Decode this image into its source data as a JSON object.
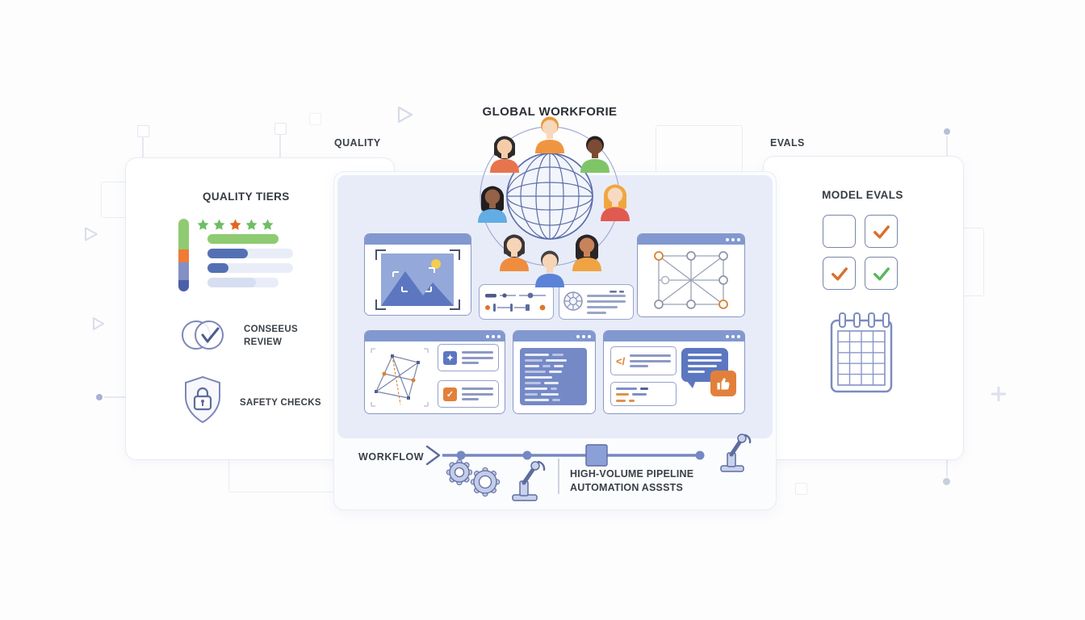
{
  "titles": {
    "global_workforce": "GLOBAL WORKFORIE",
    "quality_section": "QUALITY",
    "evals_section": "EVALS"
  },
  "left_panel": {
    "title": "QUALITY TIERS",
    "stars": [
      "green",
      "green",
      "orange",
      "green",
      "green"
    ],
    "tier_bar_segments": [
      {
        "color": "#8FCB72",
        "h": 38
      },
      {
        "color": "#F07B36",
        "h": 16
      },
      {
        "color": "#8290C5",
        "h": 22
      },
      {
        "color": "#4A5FA8",
        "h": 14
      }
    ],
    "bars": [
      {
        "fill": "#8FCB72",
        "w": 88,
        "track": 0
      },
      {
        "fill": "#5470B4",
        "w": 50,
        "track": 106
      },
      {
        "fill": "#5470B4",
        "w": 26,
        "track": 106
      },
      {
        "fill": "#D8DEF2",
        "w": 60,
        "track": 88
      }
    ],
    "consensus_label_line1": "CONSEEUS",
    "consensus_label_line2": "REVIEW",
    "safety_label": "SAFETY CHECKS"
  },
  "right_panel": {
    "title": "MODEL EVALS",
    "checkboxes": [
      {
        "state": "empty",
        "color": ""
      },
      {
        "state": "check",
        "color": "#D96F2E"
      },
      {
        "state": "check",
        "color": "#D96F2E"
      },
      {
        "state": "check",
        "color": "#58B75B"
      }
    ]
  },
  "workflow": {
    "label": "WORKFLOW",
    "caption_line1": "HIGH-VOLUME PIPELINE",
    "caption_line2": "AUTOMATION ASSSTS"
  },
  "review_window": {
    "code_icon": "</"
  },
  "avatars": [
    {
      "position": "top",
      "hair_style": "short",
      "hair": "#E89A3C",
      "skin": "#F8D8BC",
      "shirt": "#F0953F"
    },
    {
      "position": "top-left",
      "hair_style": "bob",
      "hair": "#2E2A2C",
      "skin": "#F4CDA8",
      "shirt": "#E8744E"
    },
    {
      "position": "top-right",
      "hair_style": "short",
      "hair": "#231F20",
      "skin": "#7C4B33",
      "shirt": "#7FC568"
    },
    {
      "position": "mid-left",
      "hair_style": "long",
      "hair": "#221E20",
      "skin": "#936247",
      "shirt": "#62ADE3"
    },
    {
      "position": "mid-right",
      "hair_style": "long",
      "hair": "#F0A63F",
      "skin": "#F8DAC2",
      "shirt": "#E05A50"
    },
    {
      "position": "bottom-left",
      "hair_style": "bob",
      "hair": "#3A3537",
      "skin": "#F6D4B5",
      "shirt": "#F08C3E"
    },
    {
      "position": "bottom-right",
      "hair_style": "long",
      "hair": "#2A2527",
      "skin": "#C8835A",
      "shirt": "#F0A343"
    },
    {
      "position": "bottom",
      "hair_style": "short",
      "hair": "#463F41",
      "skin": "#F6D4B5",
      "shirt": "#5B82D8"
    }
  ],
  "colors": {
    "window_titlebar": "#8198D0",
    "window_border": "#8997C6",
    "card_inner": "#E8ECF8",
    "code_block": "#7589C7",
    "accent_orange": "#E2803B",
    "accent_green": "#6FBE65",
    "accent_blue": "#5C77C0",
    "workflow_line": "#7588C3"
  }
}
